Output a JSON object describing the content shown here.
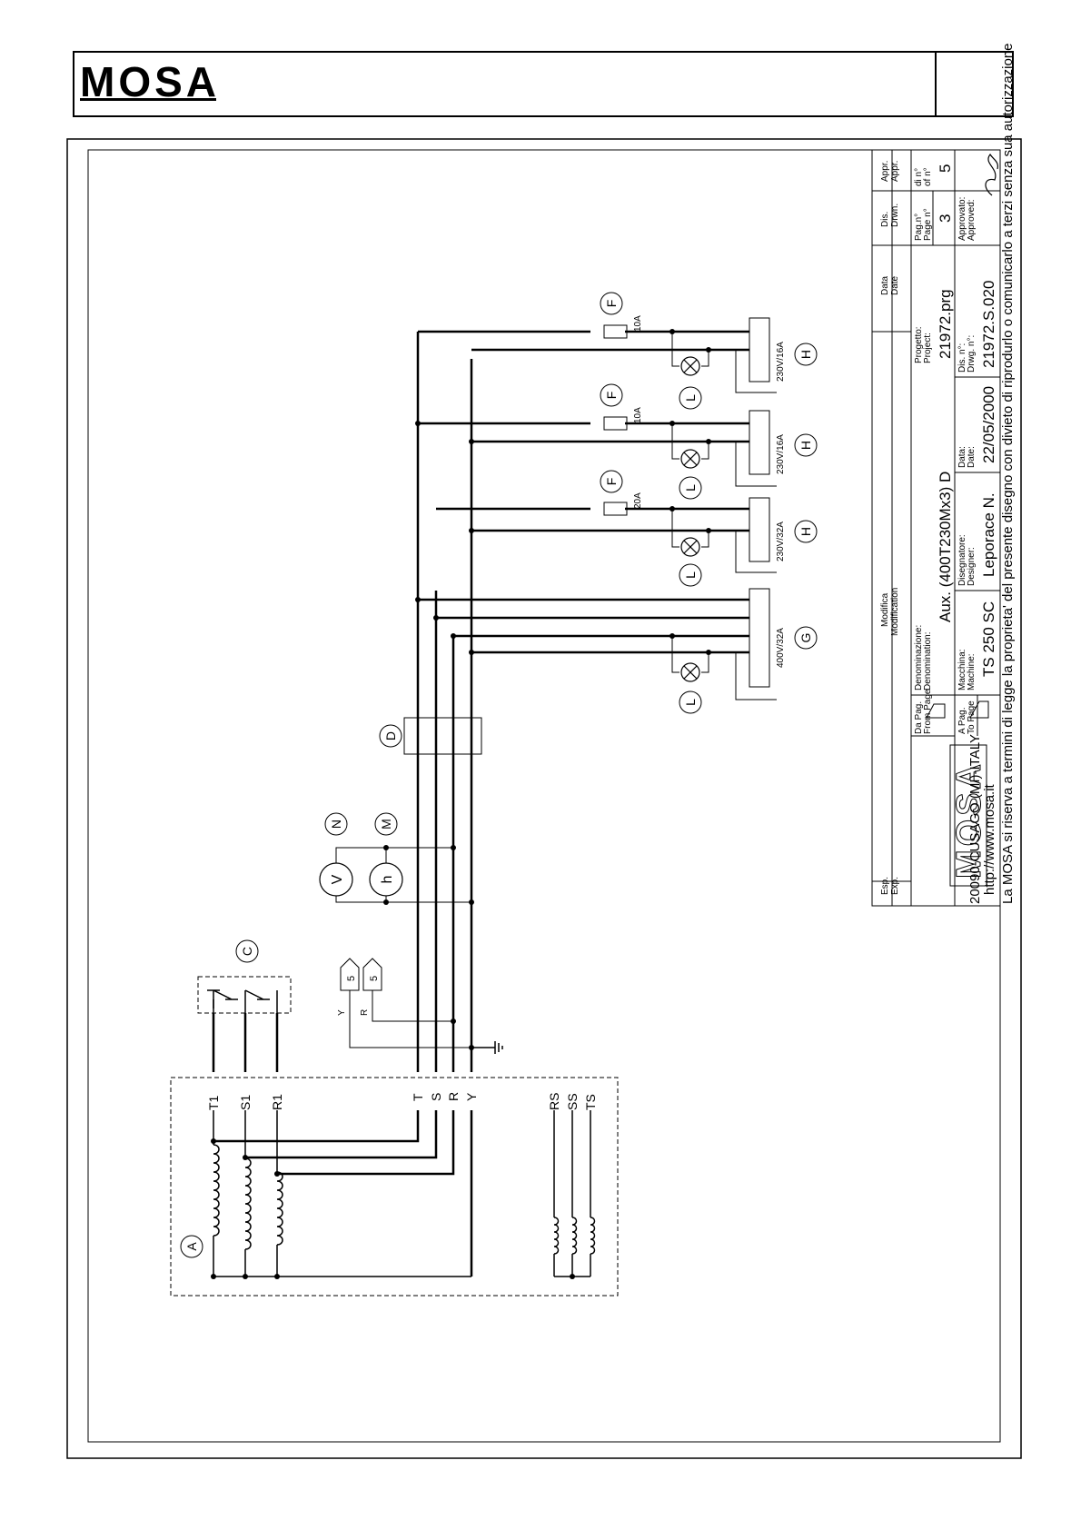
{
  "header": {
    "logo_text": "MOSA"
  },
  "labels": {
    "A": "A",
    "C": "C",
    "D": "D",
    "F": "F",
    "G": "G",
    "H": "H",
    "L": "L",
    "M": "M",
    "N": "N",
    "V": "V",
    "h": "h"
  },
  "terminals": {
    "T1": "T1",
    "S1": "S1",
    "R1": "R1",
    "T": "T",
    "S": "S",
    "R": "R",
    "Y": "Y",
    "RS": "RS",
    "SS": "SS",
    "TS": "TS",
    "wire_y": "Y",
    "wire_r": "R",
    "connector_5": "5"
  },
  "ratings": {
    "fuse1": "10A",
    "fuse2": "10A",
    "fuse3": "20A",
    "socket1": "230V/16A",
    "socket2": "230V/16A",
    "socket3": "230V/32A",
    "socket4": "400V/32A"
  },
  "title_block": {
    "esp_it": "Esp.",
    "esp_en": "Exp.",
    "modifica_it": "Modifica",
    "modifica_en": "Modification",
    "data_it": "Data",
    "data_en": "Date",
    "dis_it": "Dis.",
    "dis_en": "Drwn.",
    "appr_it": "Appr.",
    "appr_en": "Appr.",
    "company_address": "20090-CUSAGO (MI)-ITALY",
    "company_web": "http://www.mosa.it",
    "da_pag_it": "Da Pag.",
    "da_pag_en": "From Page",
    "a_pag_it": "A Pag.",
    "a_pag_en": "To Page",
    "denominazione_it": "Denominazione:",
    "denominazione_en": "Denomination:",
    "denominazione_value": "Aux. (400T230Mx3) D",
    "macchina_it": "Macchina:",
    "macchina_en": "Machine:",
    "macchina_value": "TS 250 SC",
    "disegnatore_it": "Disegnatore:",
    "disegnatore_en": "Designer:",
    "disegnatore_value": "Leporace N.",
    "data_label_it": "Data:",
    "data_label_en": "Date:",
    "data_value": "22/05/2000",
    "progetto_it": "Progetto:",
    "progetto_en": "Project:",
    "progetto_value": "21972.prg",
    "dis_n_it": "Dis. n°:",
    "dis_n_en": "Drwg. n°:",
    "dis_n_value": "21972.S.020",
    "pag_it": "Pag.n°",
    "pag_en": "Page n°",
    "di_it": "di n°",
    "di_en": "of n°",
    "page_value": "3",
    "of_value": "5",
    "approvato_it": "Approvato:",
    "approvato_en": "Approved:"
  },
  "footer_notice": "La MOSA si riserva a termini di legge la proprieta' del presente disegno con divieto di riprodurlo o comunicarlo a terzi senza sua autorizzazione"
}
